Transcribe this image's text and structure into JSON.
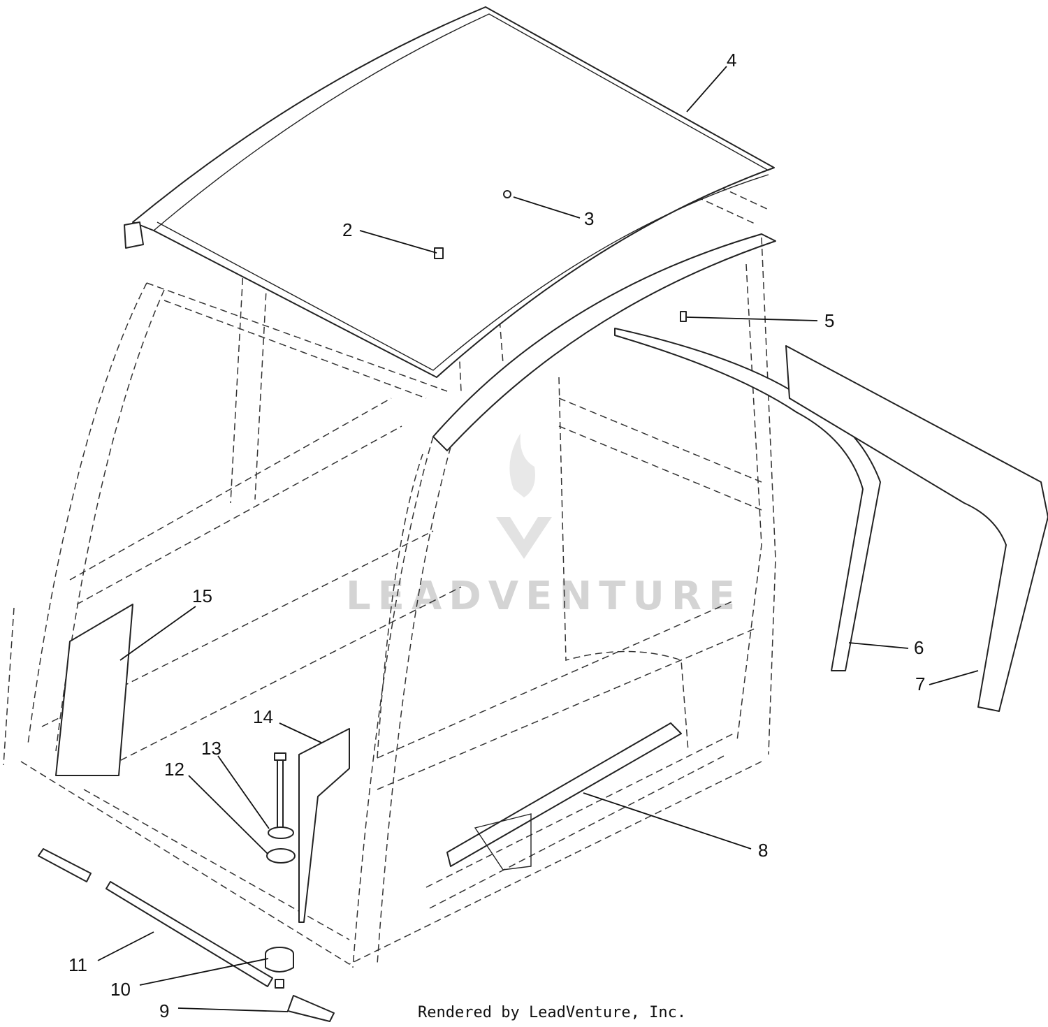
{
  "callouts": [
    {
      "id": "c2",
      "label": "2"
    },
    {
      "id": "c3",
      "label": "3"
    },
    {
      "id": "c4",
      "label": "4"
    },
    {
      "id": "c5",
      "label": "5"
    },
    {
      "id": "c6",
      "label": "6"
    },
    {
      "id": "c7",
      "label": "7"
    },
    {
      "id": "c8",
      "label": "8"
    },
    {
      "id": "c9",
      "label": "9"
    },
    {
      "id": "c10",
      "label": "10"
    },
    {
      "id": "c11",
      "label": "11"
    },
    {
      "id": "c12",
      "label": "12"
    },
    {
      "id": "c13",
      "label": "13"
    },
    {
      "id": "c14",
      "label": "14"
    },
    {
      "id": "c15",
      "label": "15"
    }
  ],
  "watermark": "LEADVENTURE",
  "footer": {
    "credit": "Rendered by LeadVenture, Inc."
  }
}
